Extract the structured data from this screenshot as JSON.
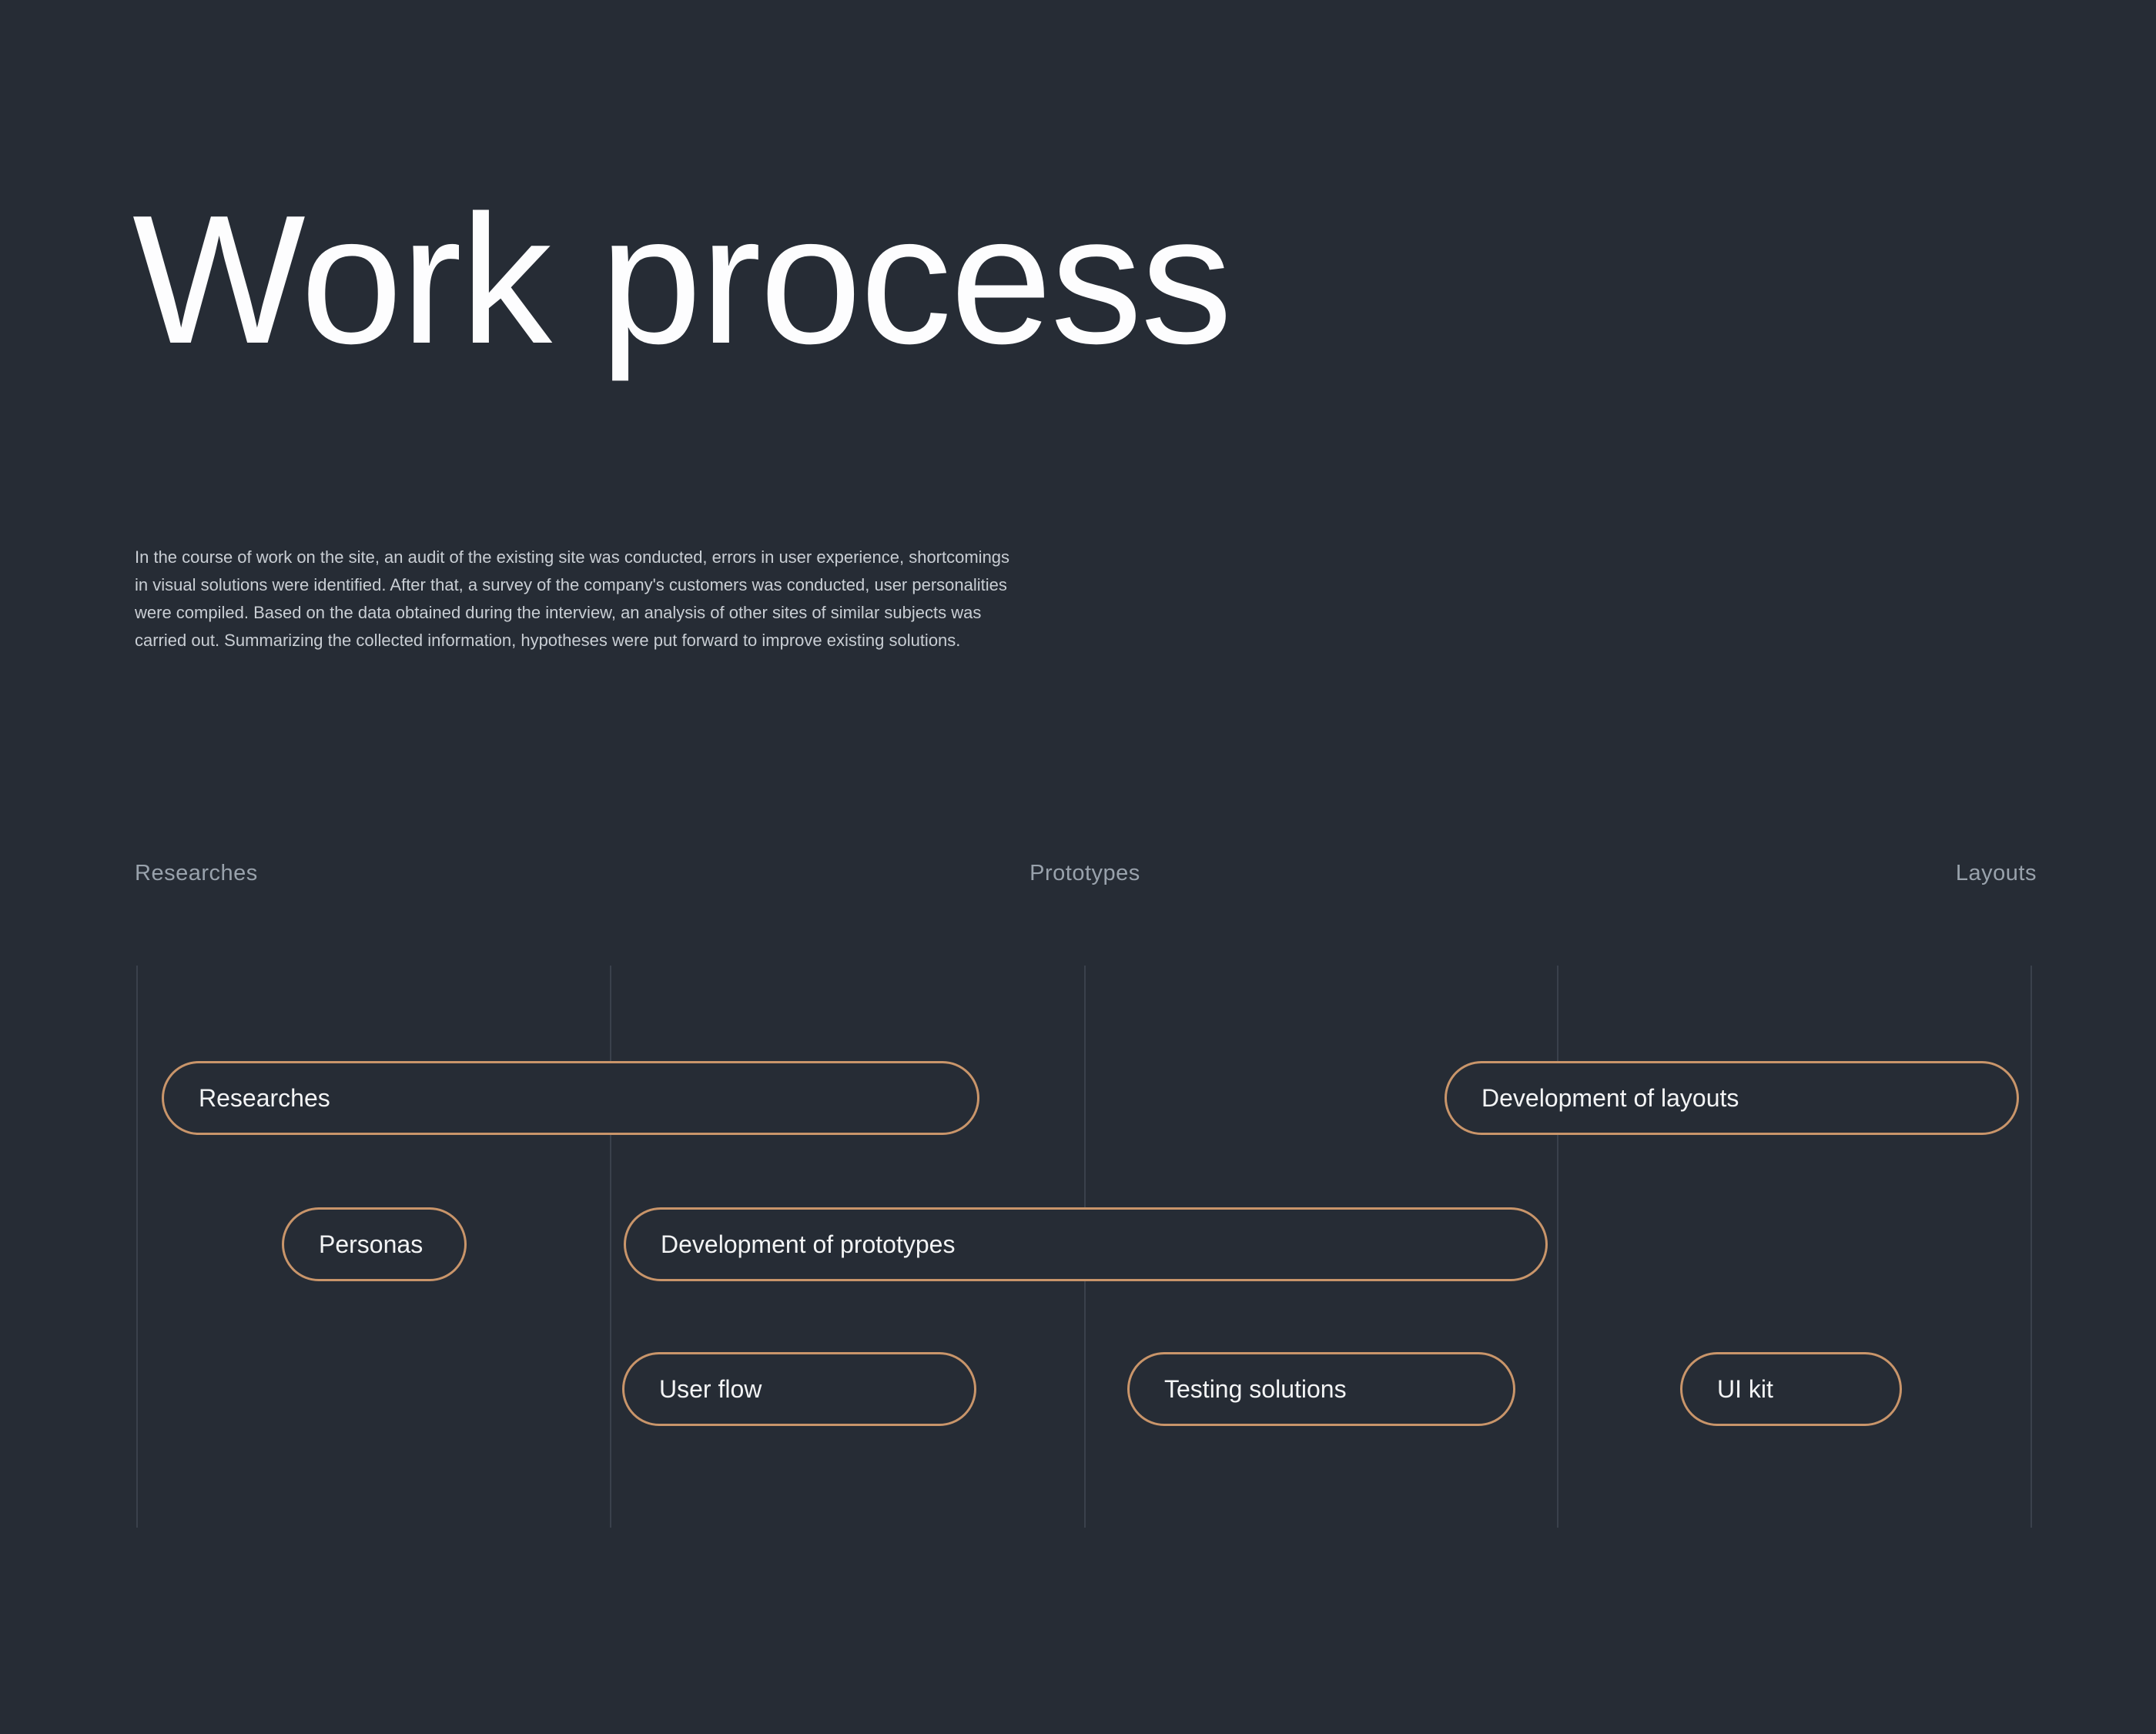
{
  "colors": {
    "background": "#262c35",
    "accent_border": "#c9956a",
    "divider": "#3a414c",
    "heading": "#fdfdfe",
    "body_text": "#c9ced4",
    "label_text": "#99a2ac",
    "pill_text": "#f3f4f5"
  },
  "header": {
    "title": "Work process"
  },
  "description": {
    "text": "In the course of work on the site, an audit of the existing site was conducted, errors in user experience, shortcomings in visual solutions were identified. After that, a survey of the company's customers was conducted, user personalities were compiled. Based on the data obtained during the interview, an analysis of other sites of similar subjects was carried out. Summarizing the collected information, hypotheses were put forward to improve existing solutions."
  },
  "timeline": {
    "column_labels": [
      {
        "label": "Researches"
      },
      {
        "label": "Prototypes"
      },
      {
        "label": "Layouts"
      }
    ],
    "tasks": [
      {
        "label": "Researches"
      },
      {
        "label": "Development of layouts"
      },
      {
        "label": "Personas"
      },
      {
        "label": "Development of prototypes"
      },
      {
        "label": "User flow"
      },
      {
        "label": "Testing solutions"
      },
      {
        "label": "UI kit"
      }
    ]
  }
}
